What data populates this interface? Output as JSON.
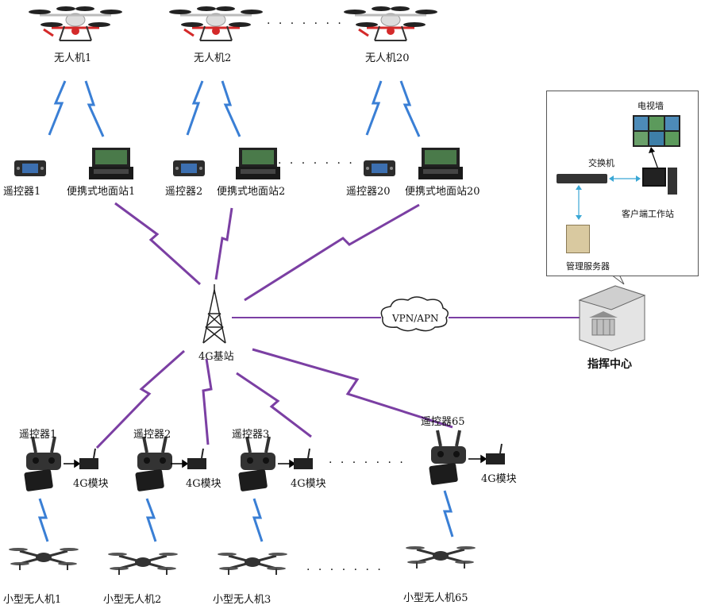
{
  "top_drones": [
    {
      "label": "无人机1"
    },
    {
      "label": "无人机2"
    },
    {
      "label": "无人机20"
    }
  ],
  "top_ground": [
    {
      "remote": "遥控器1",
      "station": "便携式地面站1"
    },
    {
      "remote": "遥控器2",
      "station": "便携式地面站2"
    },
    {
      "remote": "遥控器20",
      "station": "便携式地面站20"
    }
  ],
  "base_station": {
    "label": "4G基站"
  },
  "link": {
    "label": "VPN/APN"
  },
  "command_center": {
    "label": "指挥中心",
    "tv_wall": "电视墙",
    "switch": "交换机",
    "workstation": "客户端工作站",
    "server": "管理服务器"
  },
  "bottom_controllers": [
    {
      "remote": "遥控器1",
      "module": "4G模块",
      "drone": "小型无人机1"
    },
    {
      "remote": "遥控器2",
      "module": "4G模块",
      "drone": "小型无人机2"
    },
    {
      "remote": "遥控器3",
      "module": "4G模块",
      "drone": "小型无人机3"
    },
    {
      "remote": "遥控器65",
      "module": "4G模块",
      "drone": "小型无人机65"
    }
  ],
  "ellipsis": "· · · · · · ·",
  "colors": {
    "purple_link": "#7b3fa3",
    "blue_link": "#3a7fd5",
    "drone_red": "#d42a2a"
  }
}
